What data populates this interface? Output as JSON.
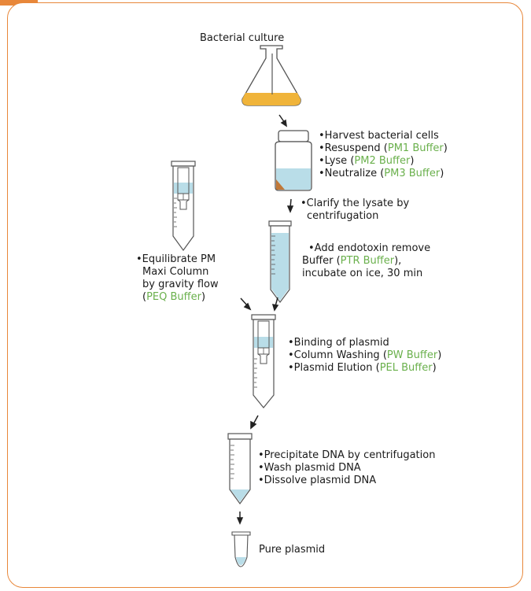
{
  "colors": {
    "accent_orange": "#e8873a",
    "buffer_green": "#6ab04c",
    "liquid_blue": "#b9dde8",
    "culture_yellow": "#f0b43a"
  },
  "steps": {
    "culture_title": "Bacterial culture",
    "harvest": {
      "l1": "•Harvest bacterial cells",
      "l2_pre": "•Resuspend (",
      "l2_buf": "PM1 Buffer",
      "l2_post": ")",
      "l3_pre": "•Lyse (",
      "l3_buf": "PM2 Buffer",
      "l3_post": ")",
      "l4_pre": "•Neutralize (",
      "l4_buf": "PM3 Buffer",
      "l4_post": ")"
    },
    "clarify": {
      "l1": "•Clarify the lysate by",
      "l2": "centrifugation"
    },
    "endotoxin": {
      "l1": "•Add endotoxin remove",
      "l2_pre": "Buffer (",
      "l2_buf": "PTR Buffer",
      "l2_post": "),",
      "l3": "incubate on ice, 30 min"
    },
    "equilibrate": {
      "l1": "•Equilibrate PM",
      "l2": "Maxi Column",
      "l3": "by gravity flow",
      "l4_pre": "(",
      "l4_buf": "PEQ Buffer",
      "l4_post": ")"
    },
    "binding": {
      "l1": "•Binding of plasmid",
      "l2_pre": "•Column Washing (",
      "l2_buf": "PW Buffer",
      "l2_post": ")",
      "l3_pre": "•Plasmid Elution (",
      "l3_buf": "PEL Buffer",
      "l3_post": ")"
    },
    "precipitate": {
      "l1": "•Precipitate DNA by centrifugation",
      "l2": "•Wash plasmid DNA",
      "l3": "•Dissolve plasmid DNA"
    },
    "final_title": "Pure plasmid"
  }
}
